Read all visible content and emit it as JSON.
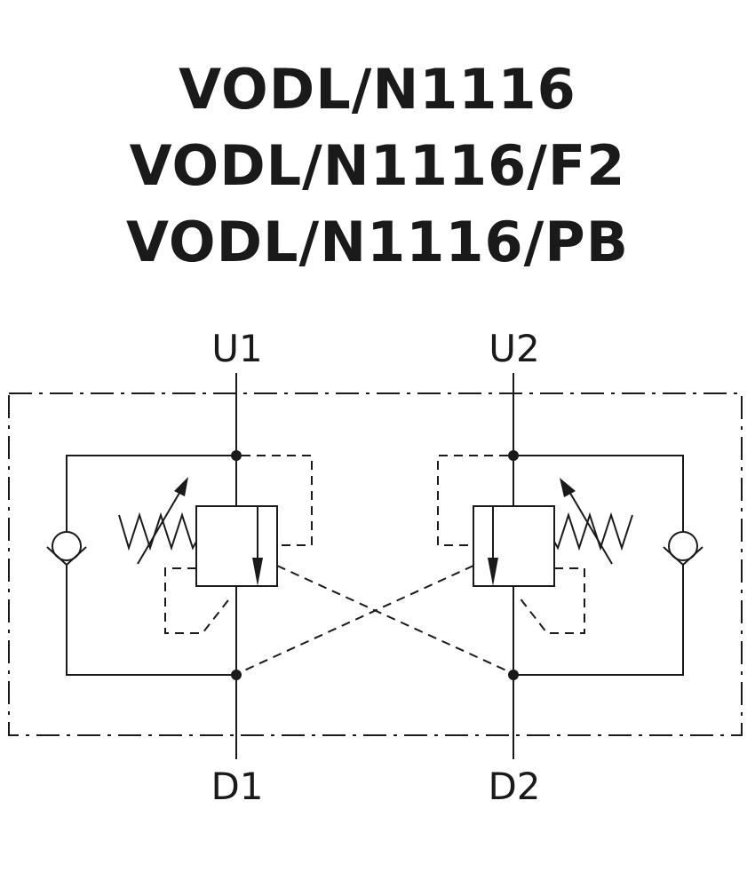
{
  "titles": [
    "VODL/N1116",
    "VODL/N1116/F2",
    "VODL/N1116/PB"
  ],
  "ports": {
    "top_left": "U1",
    "top_right": "U2",
    "bottom_left": "D1",
    "bottom_right": "D2"
  },
  "colors": {
    "ink": "#1a1a1a",
    "background": "#ffffff"
  }
}
